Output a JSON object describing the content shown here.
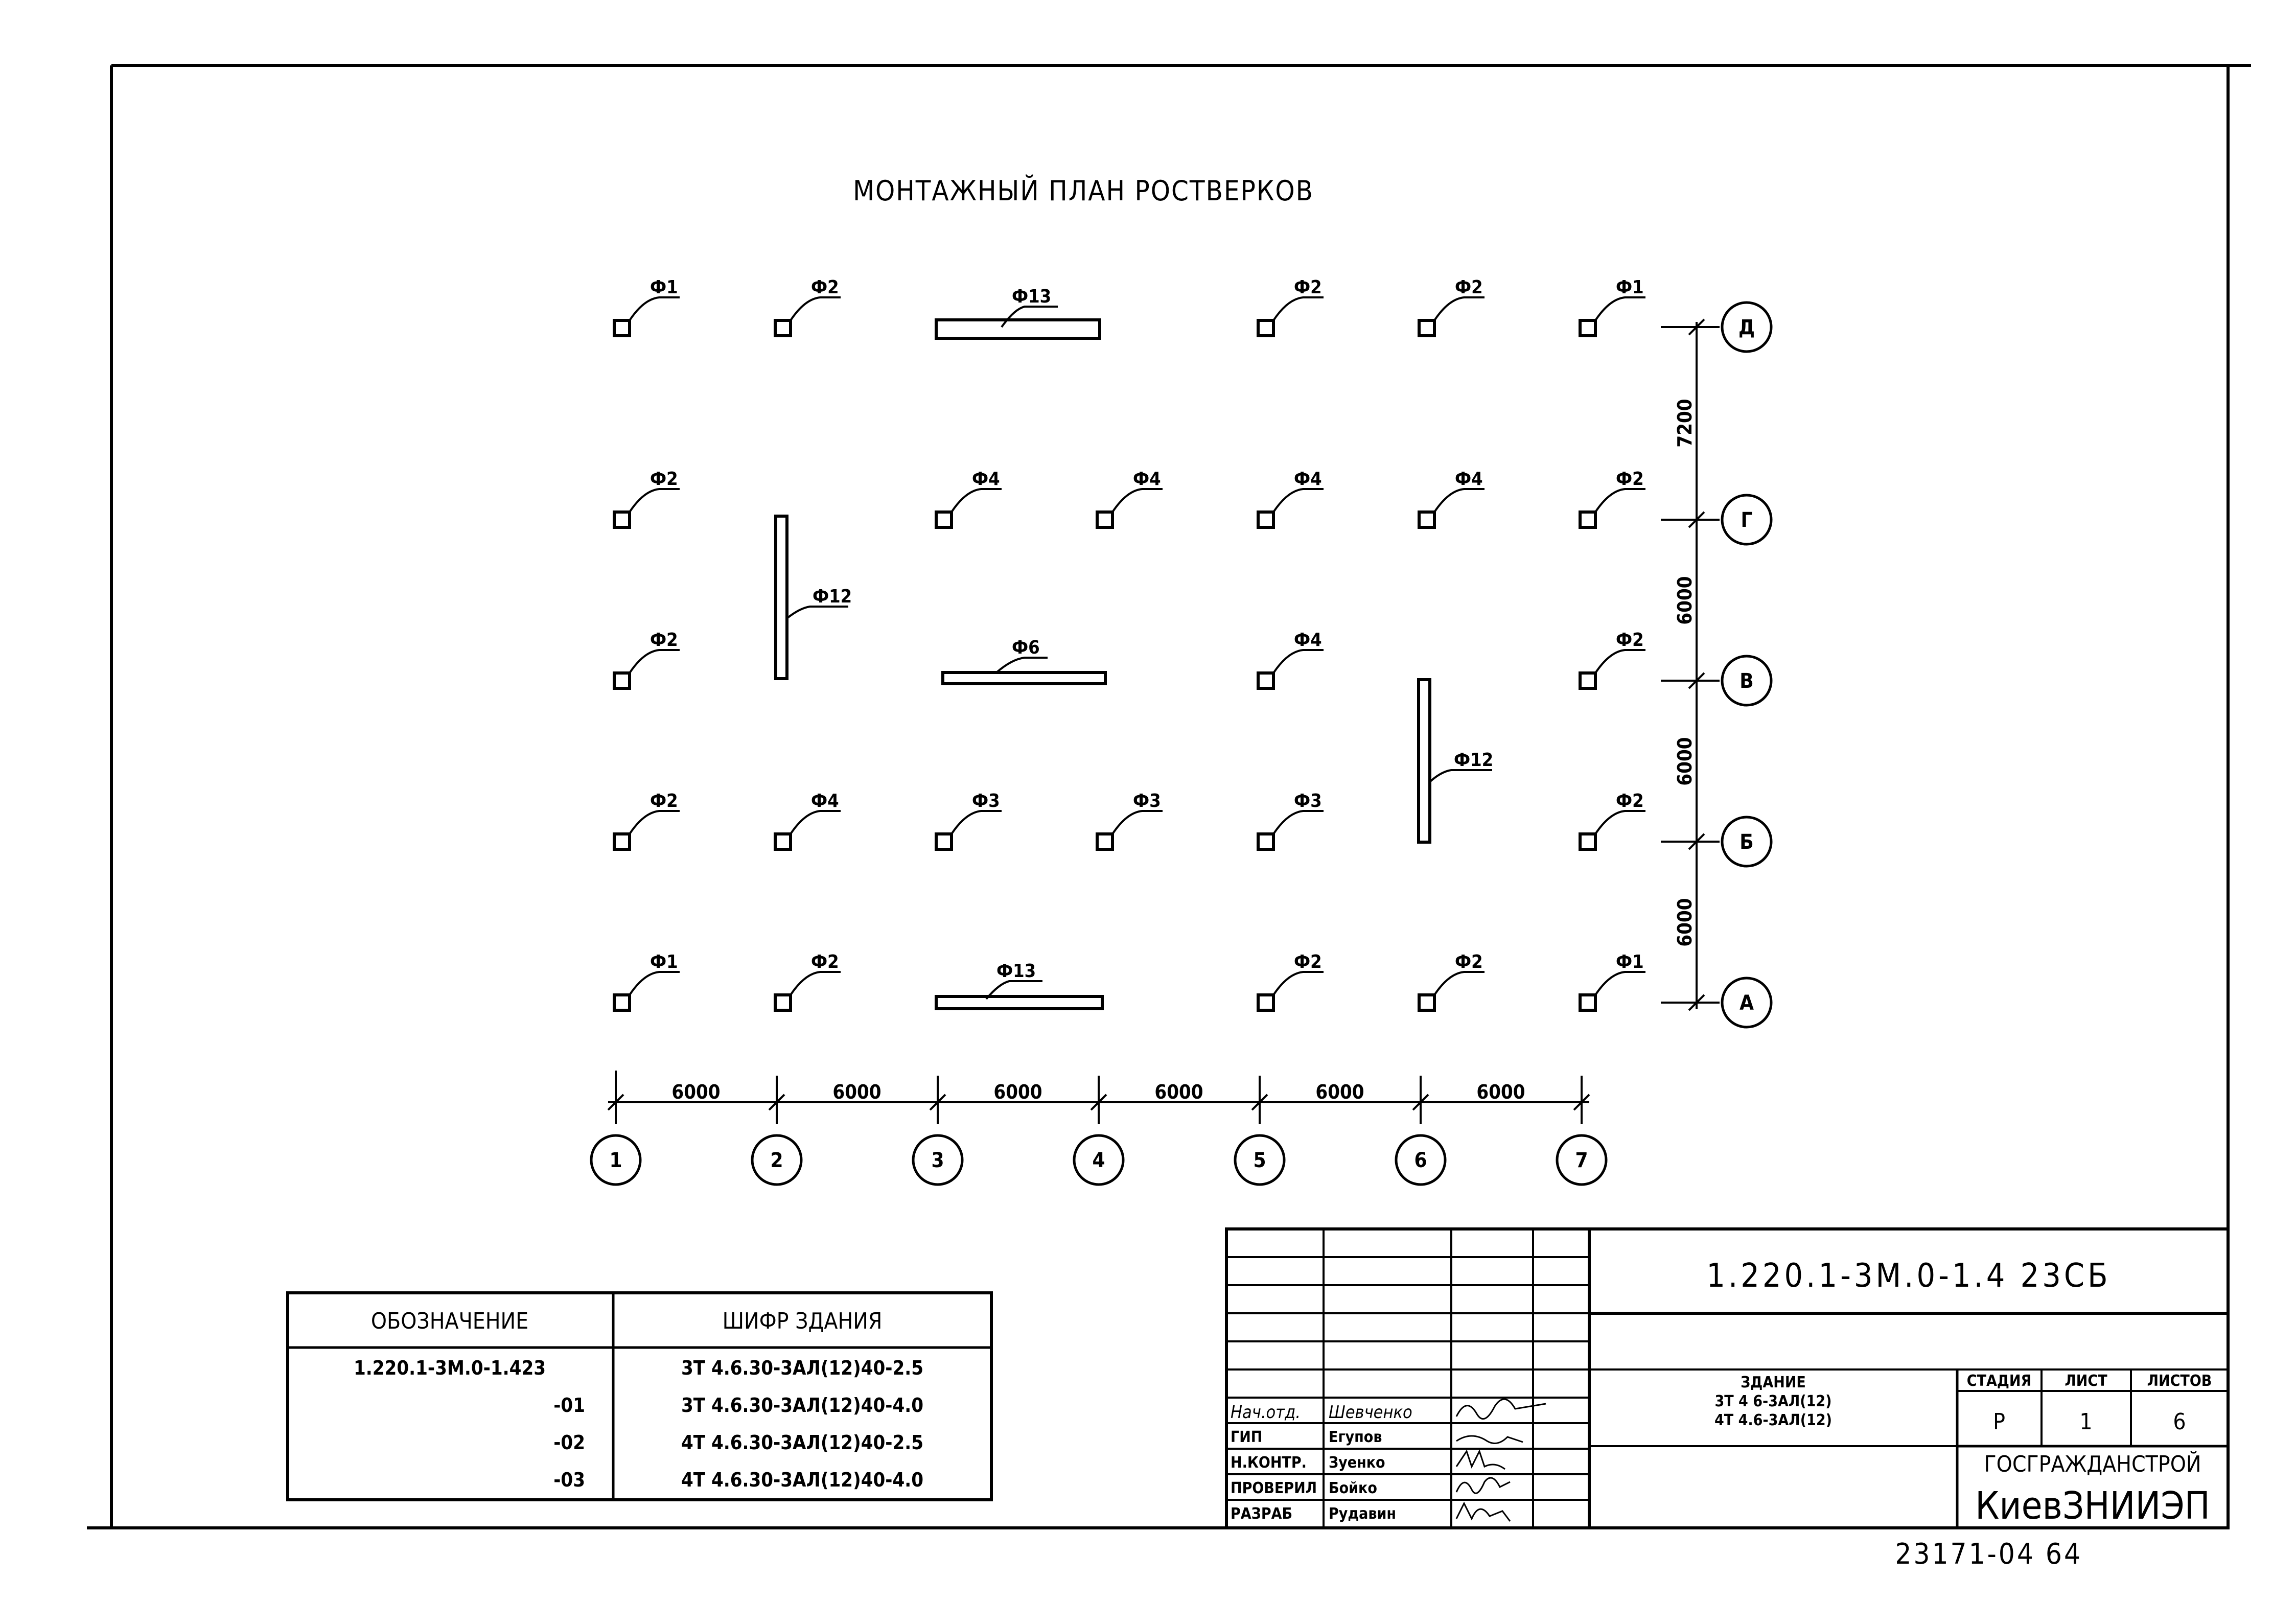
{
  "title": "МОНТАЖНЫЙ ПЛАН РОСТВЕРКОВ",
  "dimensions": {
    "horizontal": [
      "6000",
      "6000",
      "6000",
      "6000",
      "6000",
      "6000"
    ],
    "vertical": [
      "7200",
      "6000",
      "6000",
      "6000"
    ]
  },
  "axes": {
    "columns": [
      "1",
      "2",
      "3",
      "4",
      "5",
      "6",
      "7"
    ],
    "rows": [
      "Д",
      "Г",
      "В",
      "Б",
      "А"
    ]
  },
  "foundations": {
    "row_D": [
      "Ф1",
      "Ф2",
      "Ф13",
      "Ф2",
      "Ф2",
      "Ф1"
    ],
    "row_G": [
      "Ф2",
      "Ф4",
      "Ф4",
      "Ф4",
      "Ф4",
      "Ф2"
    ],
    "row_V": [
      "Ф2",
      "Ф12",
      "Ф6",
      "Ф4",
      "Ф2"
    ],
    "row_B": [
      "Ф2",
      "Ф4",
      "Ф3",
      "Ф3",
      "Ф3",
      "Ф12",
      "Ф2"
    ],
    "row_A": [
      "Ф1",
      "Ф2",
      "Ф13",
      "Ф2",
      "Ф2",
      "Ф1"
    ]
  },
  "spec_table": {
    "headers": [
      "ОБОЗНАЧЕНИЕ",
      "ШИФР ЗДАНИЯ"
    ],
    "rows": [
      [
        "1.220.1-3М.0-1.423",
        "3Т 4.6.30-3АЛ(12)40-2.5"
      ],
      [
        "-01",
        "3Т 4.6.30-3АЛ(12)40-4.0"
      ],
      [
        "-02",
        "4Т 4.6.30-3АЛ(12)40-2.5"
      ],
      [
        "-03",
        "4Т 4.6.30-3АЛ(12)40-4.0"
      ]
    ]
  },
  "title_block": {
    "code": "1.220.1-3М.0-1.4 23СБ",
    "building_label": "ЗДАНИЕ",
    "building_line1": "3Т 4 6-3АЛ(12)",
    "building_line2": "4Т 4.6-3АЛ(12)",
    "stage_header": "СТАДИЯ",
    "sheet_header": "ЛИСТ",
    "sheets_header": "ЛИСТОВ",
    "stage": "Р",
    "sheet": "1",
    "sheets": "6",
    "org1": "ГОСГРАЖДАНСТРОЙ",
    "org2": "КиевЗНИИЭП",
    "staff": [
      {
        "role": "Нач.отд.",
        "name": "Шевченко"
      },
      {
        "role": "ГИП",
        "name": "Егупов"
      },
      {
        "role": "Н.КОНТР.",
        "name": "Зуенко"
      },
      {
        "role": "ПРОВЕРИЛ",
        "name": "Бойко"
      },
      {
        "role": "РАЗРАБ",
        "name": "Рудавин"
      }
    ]
  },
  "stamp_number": "23171-04 64"
}
